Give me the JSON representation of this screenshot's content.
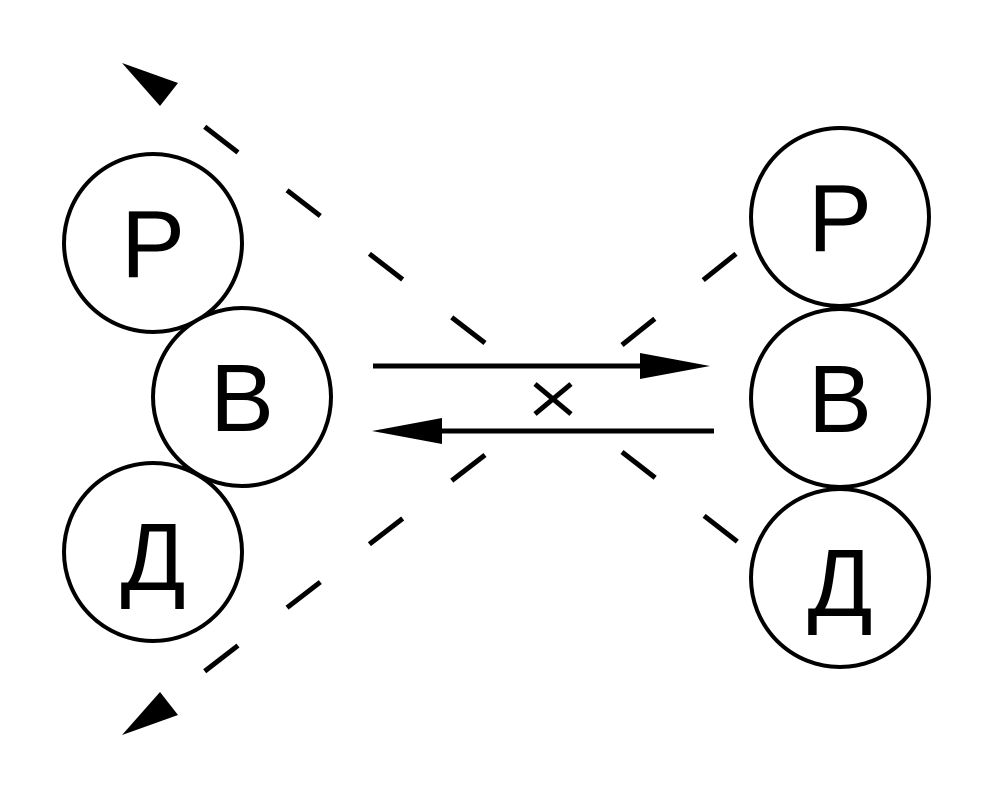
{
  "left_group": {
    "top": "Р",
    "middle": "В",
    "bottom": "Д"
  },
  "right_group": {
    "top": "Р",
    "middle": "В",
    "bottom": "Д"
  },
  "center_symbol": "×",
  "colors": {
    "stroke": "#000000",
    "background": "#ffffff"
  }
}
